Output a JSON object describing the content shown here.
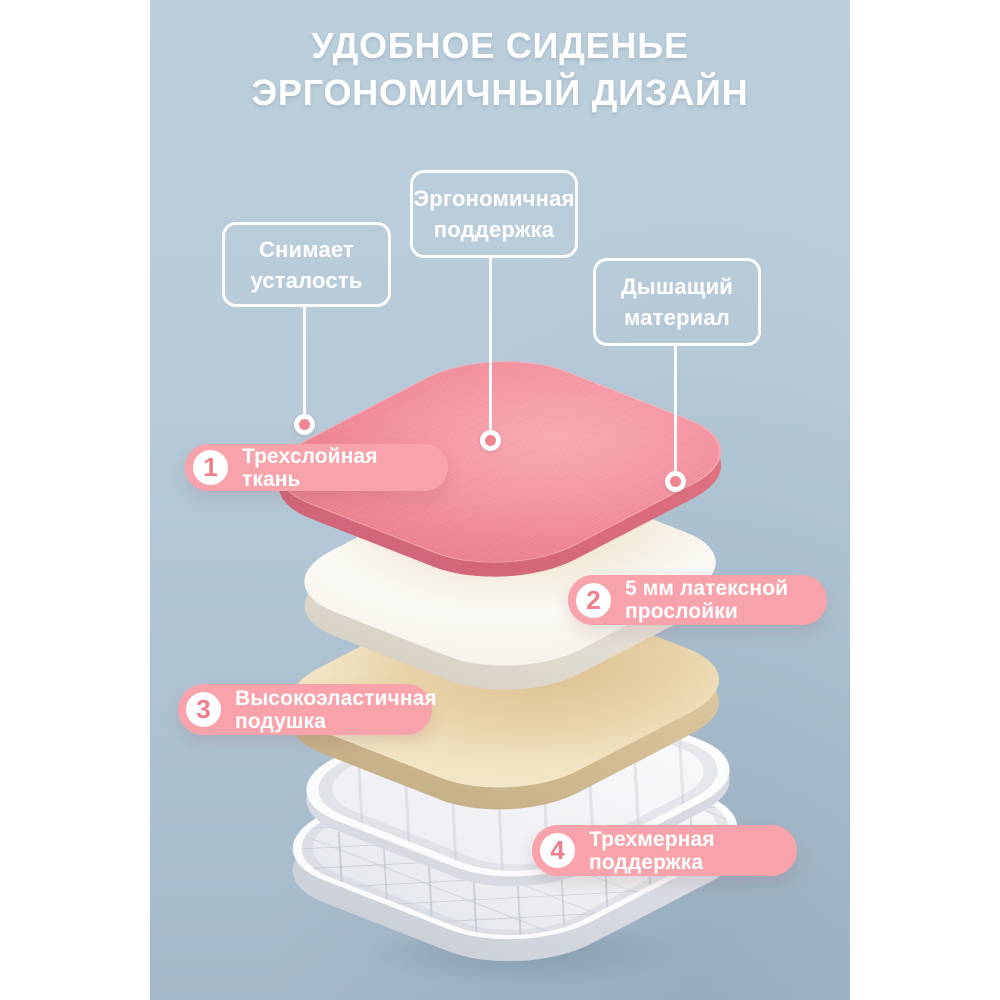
{
  "title": {
    "line1": "УДОБНОЕ СИДЕНЬЕ",
    "line2": "ЭРГОНОМИЧНЫЙ ДИЗАЙН"
  },
  "callouts": [
    {
      "line1": "Снимает",
      "line2": "усталость"
    },
    {
      "line1": "Эргономичная",
      "line2": "поддержка"
    },
    {
      "line1": "Дышащий",
      "line2": "материал"
    }
  ],
  "features": [
    {
      "number": "1",
      "line1": "Трехслойная ткань",
      "line2": ""
    },
    {
      "number": "2",
      "line1": "5 мм латексной",
      "line2": "прослойки"
    },
    {
      "number": "3",
      "line1": "Высокоэластичная",
      "line2": "подушка"
    },
    {
      "number": "4",
      "line1": "Трехмерная",
      "line2": "поддержка"
    }
  ],
  "colors": {
    "background_top": "#bbcedb",
    "background_bottom": "#a3b8c8",
    "accent_pink": "#f8a3ab",
    "number_pink": "#ee7e8c",
    "cushion_pink": "#f2919d",
    "latex_white": "#faf8f3",
    "foam_cream": "#eeddb9",
    "plastic_white": "#f4f5f7",
    "text_white": "#ffffff"
  }
}
